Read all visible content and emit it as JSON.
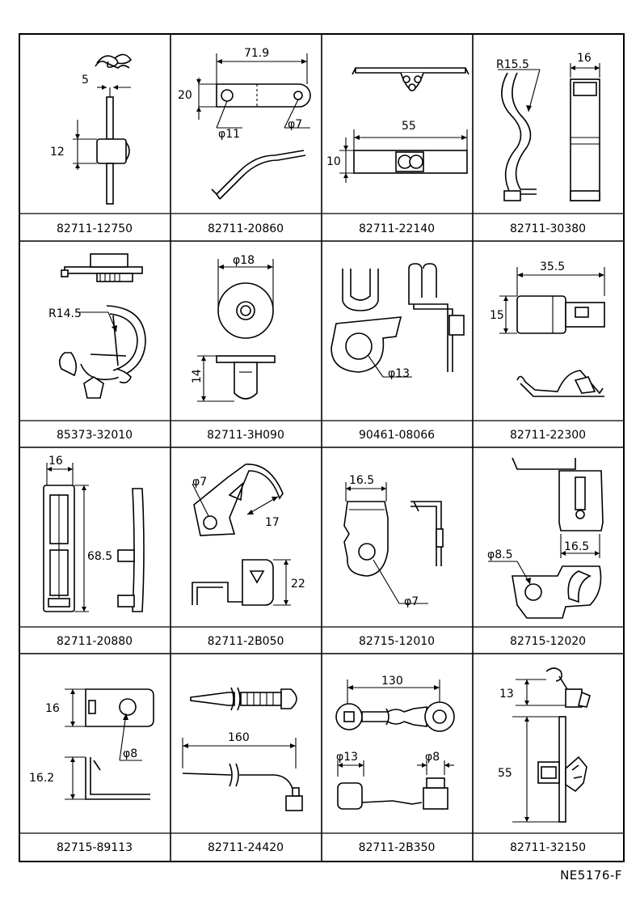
{
  "sheet_code": "NE5176-F",
  "parts": [
    {
      "part_no": "82711-12750",
      "dims": [
        "5",
        "12"
      ]
    },
    {
      "part_no": "82711-20860",
      "dims": [
        "71.9",
        "20",
        "φ11",
        "φ7"
      ]
    },
    {
      "part_no": "82711-22140",
      "dims": [
        "55",
        "10"
      ]
    },
    {
      "part_no": "82711-30380",
      "dims": [
        "R15.5",
        "16"
      ]
    },
    {
      "part_no": "85373-32010",
      "dims": [
        "R14.5"
      ]
    },
    {
      "part_no": "82711-3H090",
      "dims": [
        "φ18",
        "14"
      ]
    },
    {
      "part_no": "90461-08066",
      "dims": [
        "φ13"
      ]
    },
    {
      "part_no": "82711-22300",
      "dims": [
        "35.5",
        "15"
      ]
    },
    {
      "part_no": "82711-20880",
      "dims": [
        "16",
        "68.5"
      ]
    },
    {
      "part_no": "82711-2B050",
      "dims": [
        "φ7",
        "17",
        "22"
      ]
    },
    {
      "part_no": "82715-12010",
      "dims": [
        "16.5",
        "φ7"
      ]
    },
    {
      "part_no": "82715-12020",
      "dims": [
        "φ8.5",
        "16.5"
      ]
    },
    {
      "part_no": "82715-89113",
      "dims": [
        "16",
        "16.2",
        "φ8"
      ]
    },
    {
      "part_no": "82711-24420",
      "dims": [
        "160"
      ]
    },
    {
      "part_no": "82711-2B350",
      "dims": [
        "130",
        "φ13",
        "φ8"
      ]
    },
    {
      "part_no": "82711-32150",
      "dims": [
        "13",
        "55"
      ]
    }
  ]
}
